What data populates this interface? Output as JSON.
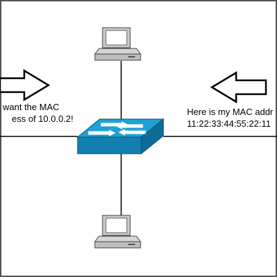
{
  "messages": {
    "left": {
      "line1": "want the MAC",
      "line2": "ess of 10.0.0.2!"
    },
    "right": {
      "line1": "Here is my MAC addr",
      "line2": "11:22:33:44:55:22:11"
    }
  },
  "nodes": {
    "top_computer": "computer-icon",
    "bottom_computer": "computer-icon",
    "switch": "network-switch-icon"
  },
  "colors": {
    "switch_face": "#1ea1d6",
    "switch_side": "#137fb0",
    "link": "#000000"
  }
}
